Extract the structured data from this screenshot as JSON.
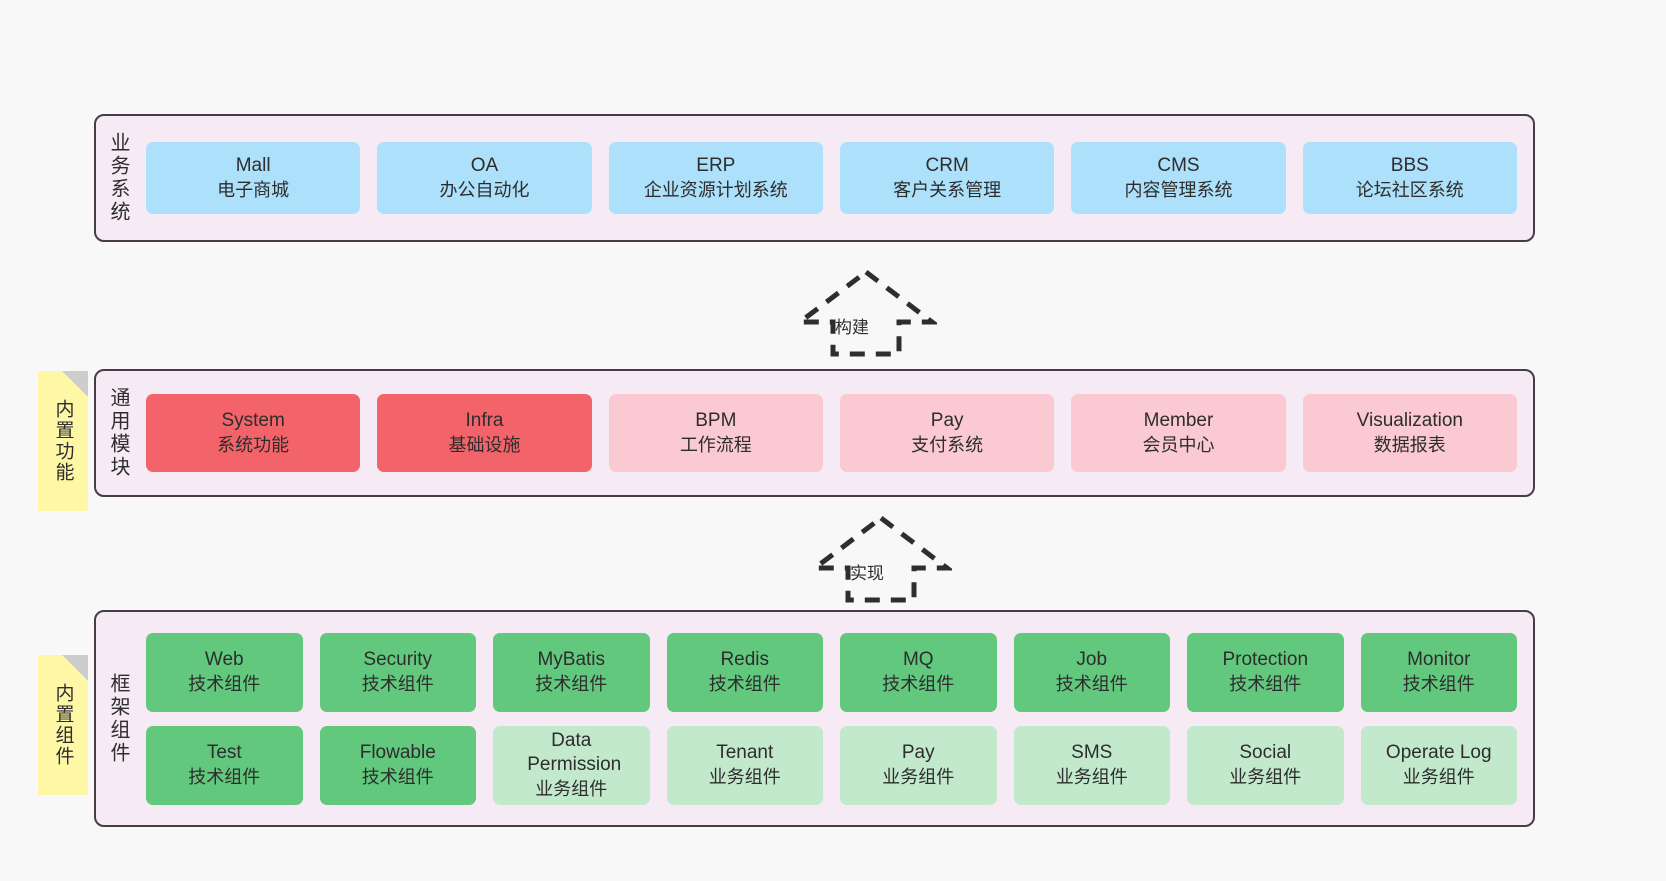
{
  "diagram": {
    "title": "",
    "colors": {
      "panel_bg": "#f6ebf5",
      "panel_border": "#4a3b47",
      "business_card": "#ade0fa",
      "module_core": "#f2636a",
      "module_normal": "#fbc9d1",
      "component_tech": "#62c87e",
      "component_business": "#c2e9cb",
      "note_bg": "#fdf7a6",
      "canvas_bg": "#f8f8f8"
    },
    "layers": [
      {
        "id": "business-system",
        "label": "业务系统",
        "rows": [
          {
            "cards": [
              {
                "name": "Mall",
                "desc": "电子商城",
                "style": "c-blue"
              },
              {
                "name": "OA",
                "desc": "办公自动化",
                "style": "c-blue"
              },
              {
                "name": "ERP",
                "desc": "企业资源计划系统",
                "style": "c-blue"
              },
              {
                "name": "CRM",
                "desc": "客户关系管理",
                "style": "c-blue"
              },
              {
                "name": "CMS",
                "desc": "内容管理系统",
                "style": "c-blue"
              },
              {
                "name": "BBS",
                "desc": "论坛社区系统",
                "style": "c-blue"
              }
            ]
          }
        ]
      },
      {
        "id": "common-module",
        "label": "通用模块",
        "note": "内置功能",
        "rows": [
          {
            "cards": [
              {
                "name": "System",
                "desc": "系统功能",
                "style": "c-red"
              },
              {
                "name": "Infra",
                "desc": "基础设施",
                "style": "c-red"
              },
              {
                "name": "BPM",
                "desc": "工作流程",
                "style": "c-pink"
              },
              {
                "name": "Pay",
                "desc": "支付系统",
                "style": "c-pink"
              },
              {
                "name": "Member",
                "desc": "会员中心",
                "style": "c-pink"
              },
              {
                "name": "Visualization",
                "desc": "数据报表",
                "style": "c-pink"
              }
            ]
          }
        ]
      },
      {
        "id": "framework-component",
        "label": "框架组件",
        "note": "内置组件",
        "rows": [
          {
            "cards": [
              {
                "name": "Web",
                "desc": "技术组件",
                "style": "c-green"
              },
              {
                "name": "Security",
                "desc": "技术组件",
                "style": "c-green"
              },
              {
                "name": "MyBatis",
                "desc": "技术组件",
                "style": "c-green"
              },
              {
                "name": "Redis",
                "desc": "技术组件",
                "style": "c-green"
              },
              {
                "name": "MQ",
                "desc": "技术组件",
                "style": "c-green"
              },
              {
                "name": "Job",
                "desc": "技术组件",
                "style": "c-green"
              },
              {
                "name": "Protection",
                "desc": "技术组件",
                "style": "c-green"
              },
              {
                "name": "Monitor",
                "desc": "技术组件",
                "style": "c-green"
              }
            ]
          },
          {
            "cards": [
              {
                "name": "Test",
                "desc": "技术组件",
                "style": "c-green"
              },
              {
                "name": "Flowable",
                "desc": "技术组件",
                "style": "c-green"
              },
              {
                "name": "Data Permission",
                "desc": "业务组件",
                "style": "c-lgreen"
              },
              {
                "name": "Tenant",
                "desc": "业务组件",
                "style": "c-lgreen"
              },
              {
                "name": "Pay",
                "desc": "业务组件",
                "style": "c-lgreen"
              },
              {
                "name": "SMS",
                "desc": "业务组件",
                "style": "c-lgreen"
              },
              {
                "name": "Social",
                "desc": "业务组件",
                "style": "c-lgreen"
              },
              {
                "name": "Operate Log",
                "desc": "业务组件",
                "style": "c-lgreen"
              }
            ]
          }
        ]
      }
    ],
    "arrows": [
      {
        "id": "build-arrow",
        "label": "构建",
        "direction": "up"
      },
      {
        "id": "implement-arrow",
        "label": "实现",
        "direction": "up"
      }
    ]
  }
}
